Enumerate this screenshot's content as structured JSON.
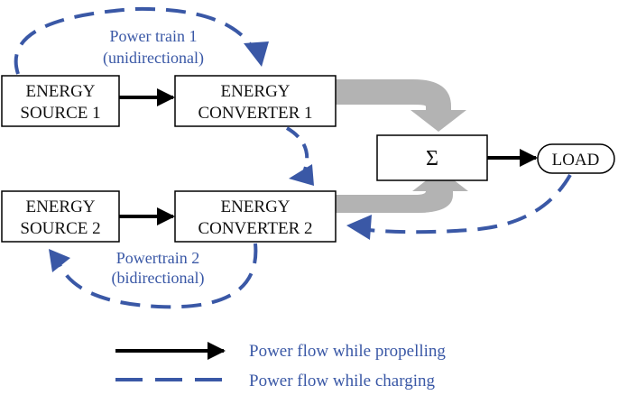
{
  "colors": {
    "dashed_blue": "#3a58a6",
    "text_blue": "#3a58a6",
    "flow_gray": "#b3b3b3",
    "solid_black": "#000000",
    "box_border": "#000000"
  },
  "blocks": {
    "source1": [
      "ENERGY",
      "SOURCE 1"
    ],
    "converter1": [
      "ENERGY",
      "CONVERTER 1"
    ],
    "source2": [
      "ENERGY",
      "SOURCE 2"
    ],
    "converter2": [
      "ENERGY",
      "CONVERTER 2"
    ],
    "sum_symbol": "Σ",
    "load": "LOAD"
  },
  "annotations": {
    "powertrain1": [
      "Power train 1",
      "(unidirectional)"
    ],
    "powertrain2": [
      "Powertrain 2",
      "(bidirectional)"
    ]
  },
  "legend": {
    "propelling": "Power flow while propelling",
    "charging": "Power flow while charging"
  }
}
